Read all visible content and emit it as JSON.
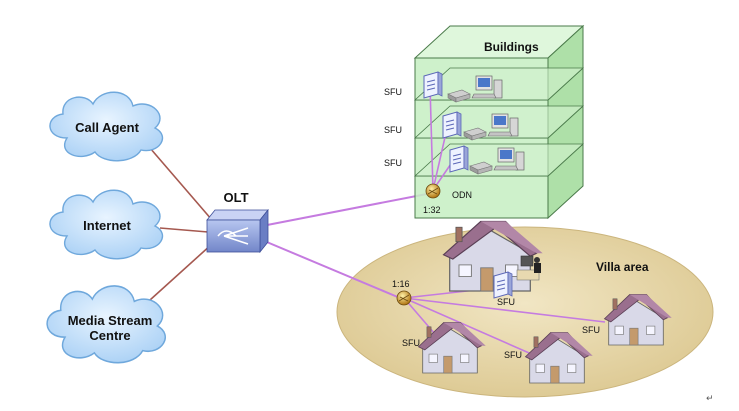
{
  "clouds": [
    {
      "label_lines": [
        "Call Agent"
      ]
    },
    {
      "label_lines": [
        "Internet"
      ]
    },
    {
      "label_lines": [
        "Media Stream",
        "Centre"
      ]
    }
  ],
  "olt": {
    "label": "OLT"
  },
  "buildings": {
    "title": "Buildings",
    "floor_labels": [
      "SFU",
      "SFU",
      "SFU"
    ],
    "splitter_label": "ODN",
    "split_ratio": "1:32"
  },
  "villa": {
    "title": "Villa area",
    "split_ratio": "1:16",
    "sfu_labels": [
      "SFU",
      "SFU",
      "SFU",
      "SFU"
    ]
  },
  "colors": {
    "cloud_fill": "#bcdcf7",
    "cloud_stroke": "#6fa8dc",
    "fiber": "#c57be0",
    "copper": "#a5584f",
    "building_fill": "#c6efc2",
    "building_stroke": "#4a7a4a",
    "villa_fill": "#e7d6a6"
  },
  "footer": {
    "mark": "↵"
  }
}
